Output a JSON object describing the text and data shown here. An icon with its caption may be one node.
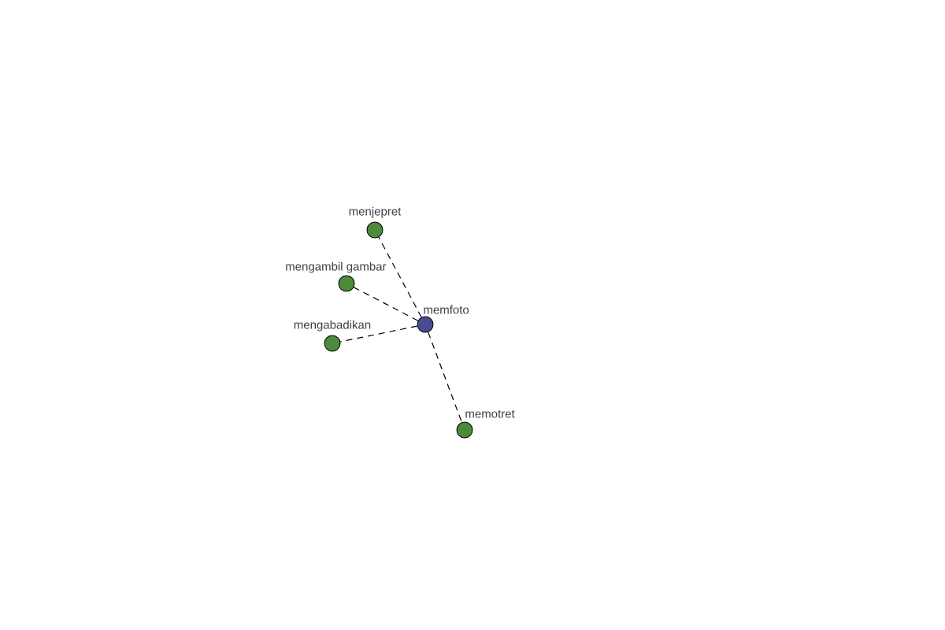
{
  "diagram": {
    "nodes": [
      {
        "text": [
          "menjepret"
        ]
      },
      {
        "text": [
          "mengambil gambar"
        ]
      },
      {
        "text": [
          "memfoto"
        ]
      },
      {
        "text": [
          "mengabadikan"
        ]
      },
      {
        "text": [
          "memotret"
        ]
      }
    ],
    "edges": [
      {
        "from": 2,
        "to": 0,
        "arrow": "none",
        "style": "dashed"
      },
      {
        "from": 2,
        "to": 1,
        "arrow": "none",
        "style": "dashed"
      },
      {
        "from": 2,
        "to": 3,
        "arrow": "none",
        "style": "dashed"
      },
      {
        "from": 2,
        "to": 4,
        "arrow": "none",
        "style": "dashed"
      }
    ]
  }
}
